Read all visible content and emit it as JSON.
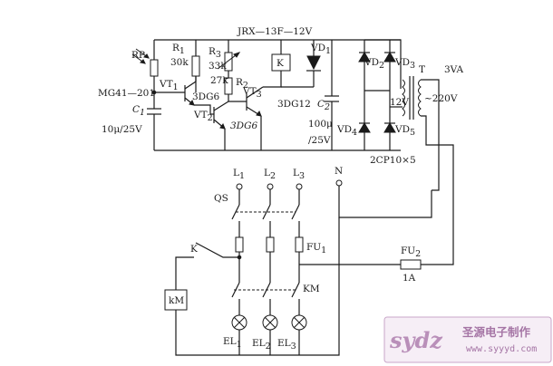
{
  "diagram": {
    "relay_model": "JRX—13F—12V",
    "components": {
      "RP": "RP",
      "sensor": "MG41—201",
      "C1": "C",
      "C1_sub": "1",
      "C1_value": "10μ/25V",
      "R1": "R",
      "R1_sub": "1",
      "R1_value": "30k",
      "R3": "R",
      "R3_sub": "3",
      "R3_value": "33k",
      "R2": "R",
      "R2_sub": "2",
      "R2_value": "27k",
      "VT1": "VT",
      "VT1_sub": "1",
      "VT2": "VT",
      "VT2_sub": "2",
      "VT3": "VT",
      "VT3_sub": "3",
      "VT1_type": "3DG6",
      "VT2_type": "3DG6",
      "VT3_type": "3DG12",
      "relay_coil": "K",
      "VD1": "VD",
      "VD1_sub": "1",
      "C2": "C",
      "C2_sub": "2",
      "C2_value_a": "100μ",
      "C2_value_b": "/25V",
      "VD2": "VD",
      "VD2_sub": "2",
      "VD3": "VD",
      "VD3_sub": "3",
      "VD4": "VD",
      "VD4_sub": "4",
      "VD5": "VD",
      "VD5_sub": "5",
      "bridge_model": "2CP10×5",
      "transformer": "T",
      "transformer_power": "3VA",
      "secondary_voltage": "12V",
      "primary_voltage": "~220V",
      "L1": "L",
      "L1_sub": "1",
      "L2": "L",
      "L2_sub": "2",
      "L3": "L",
      "L3_sub": "3",
      "N": "N",
      "QS": "QS",
      "K_contact": "K",
      "FU1": "FU",
      "FU1_sub": "1",
      "FU2": "FU",
      "FU2_sub": "2",
      "FU2_rating": "1A",
      "KM_coil": "kM",
      "KM_contacts": "KM",
      "EL1": "EL",
      "EL1_sub": "1",
      "EL2": "EL",
      "EL2_sub": "2",
      "EL3": "EL",
      "EL3_sub": "3"
    }
  },
  "watermark": {
    "logo": "sydz",
    "name_cn": "圣源电子制作",
    "url": "www.syyyd.com"
  }
}
